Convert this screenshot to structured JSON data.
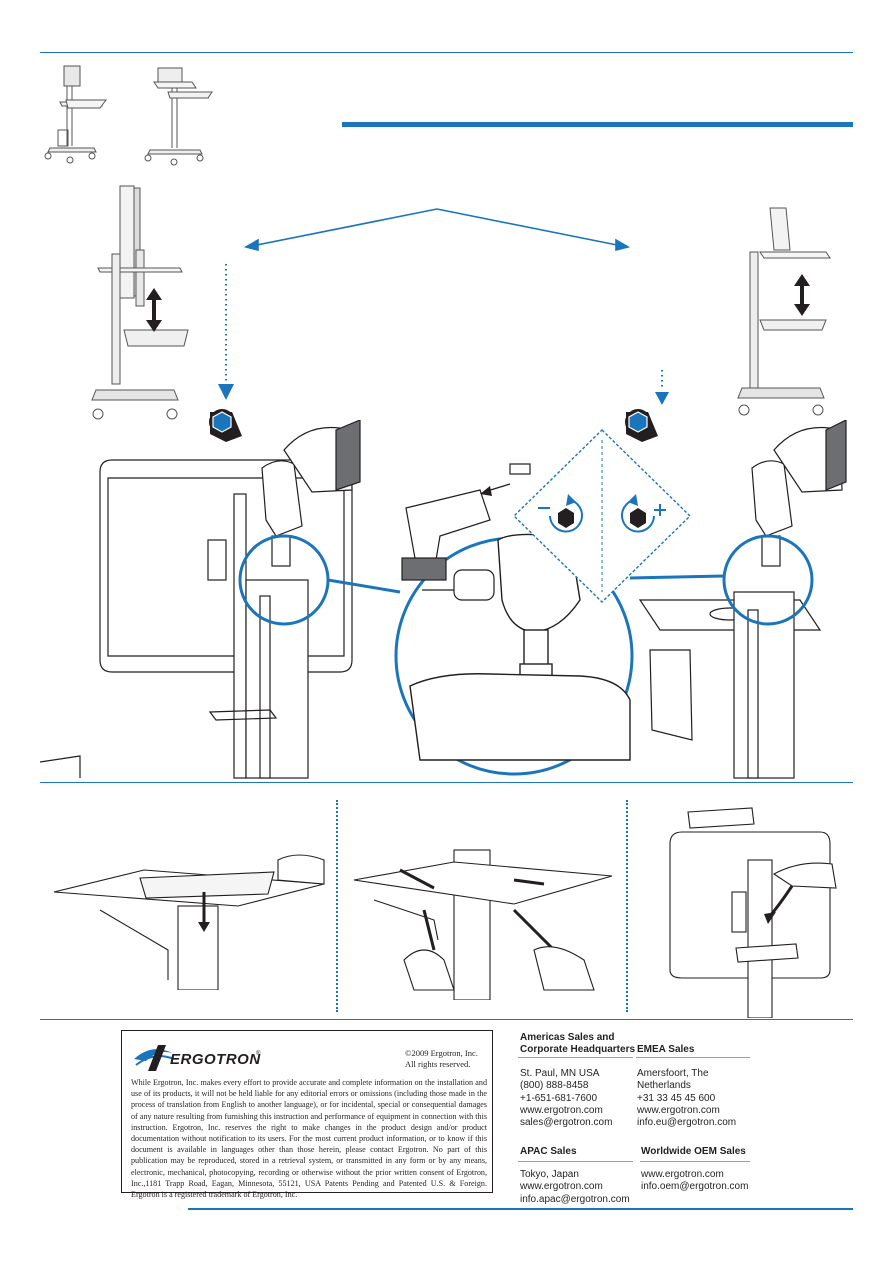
{
  "brand": {
    "name": "ERGOTRON",
    "accent": "#1b75bc",
    "ink": "#231f20"
  },
  "disclaimer": {
    "copyright_line1": "©2009 Ergotron, Inc.",
    "copyright_line2": "All rights reserved.",
    "body": "While Ergotron, Inc. makes every effort to provide accurate and complete information on the installation and use of its products, it will not be held liable for any editorial errors or omissions (including those made in the process of translation from English to another language), or for incidental, special or consequential damages of any nature resulting from furnishing this instruction and performance of equipment in connection with this instruction. Ergotron, Inc. reserves the right to make changes in the product design and/or product documentation without notification to its users. For the most current product information, or to know if this document is available in languages other than those herein, please contact Ergotron. No part of this publication may be reproduced, stored in a retrieval system, or transmitted in any form or by any means, electronic, mechanical, photocopying, recording or otherwise without the prior written consent of Ergotron, Inc.,1181 Trapp Road, Eagan, Minnesota, 55121, USA Patents Pending and Patented U.S. & Foreign. Ergotron is a registered trademark of Ergotron, Inc."
  },
  "contacts": {
    "americas": {
      "heading_line1": "Americas Sales and",
      "heading_line2": "Corporate Headquarters",
      "lines": [
        "St. Paul, MN USA",
        "(800) 888-8458",
        "+1-651-681-7600",
        "www.ergotron.com",
        "sales@ergotron.com"
      ]
    },
    "emea": {
      "heading": "EMEA Sales",
      "lines": [
        "Amersfoort, The Netherlands",
        "+31 33 45 45 600",
        "www.ergotron.com",
        "info.eu@ergotron.com"
      ]
    },
    "apac": {
      "heading": "APAC Sales",
      "lines": [
        "Tokyo, Japan",
        "www.ergotron.com",
        "info.apac@ergotron.com"
      ]
    },
    "oem": {
      "heading": "Worldwide OEM Sales",
      "lines": [
        "www.ergotron.com",
        "info.oem@ergotron.com"
      ]
    }
  },
  "icons": [
    "hex-socket-icon",
    "rotate-counterclockwise-minus-icon",
    "rotate-clockwise-plus-icon",
    "up-down-arrow-icon"
  ]
}
